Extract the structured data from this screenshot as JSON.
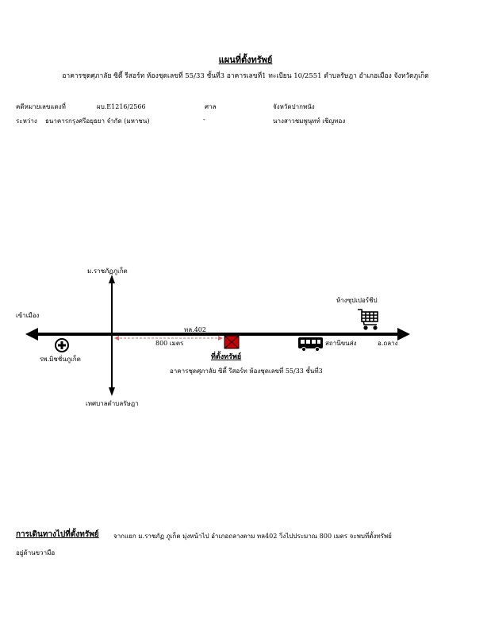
{
  "header": {
    "title": "แผนที่ตั้งทรัพย์",
    "subtitle": "อาคารชุดศุภาลัย ซิตี้ รีสอร์ท ห้องชุดเลขที่ 55/33 ชั้นที่3 อาคารเลขที่1 ทะเบียน 10/2551 ตำบลรัษฎา อำเภอเมือง จังหวัดภูเก็ต"
  },
  "case_info": {
    "case_label": "คดีหมายเลขแดงที่",
    "case_number": "ผบ.E1216/2566",
    "court_label": "ศาล",
    "court_name": "จังหวัดปากพนัง",
    "between_label": "ระหว่าง",
    "plaintiff": "ธนาคารกรุงศรีอยุธยา จำกัด (มหาชน)",
    "separator": "-",
    "defendant": "นางสาวชมพูนุทท์ เชิญทอง"
  },
  "map": {
    "labels": {
      "north": "ม.ราชภัฏภูเก็ต",
      "west": "เข้าเมือง",
      "south": "เทศบาลตำบลรัษฎา",
      "road": "ทล.402",
      "distance": "800 เมตร",
      "property": "ที่ตั้งทรัพย์",
      "property_detail": "อาคารชุดศุภาลัย ซิตี้ รีสอร์ท ห้องชุดเลขที่ 55/33 ชั้นที่3",
      "hospital": "รพ.มิชชั่นภูเก็ต",
      "supermarket": "ห้างซุปเปอร์ชีป",
      "bus_station": "สถานีขนส่ง",
      "east": "อ.ถลาง"
    },
    "icons": {
      "hospital": "hospital-icon",
      "cart": "shopping-cart-icon",
      "bus": "bus-icon",
      "property": "property-marker-icon"
    },
    "colors": {
      "road": "#000000",
      "distance_line": "#e06666",
      "property_fill": "#cc0000"
    }
  },
  "footer": {
    "heading": "การเดินทางไปที่ตั้งทรัพย์",
    "text": "จากแยก ม.ราชภัฏ ภูเก็ต มุ่งหน้าไป อำเภอถลางตาม ทล402 วิ่งไปประมาณ 800 เมตร จะพบที่ตั้งทรัพย์",
    "text2": "อยู่ด้านขวามือ"
  }
}
